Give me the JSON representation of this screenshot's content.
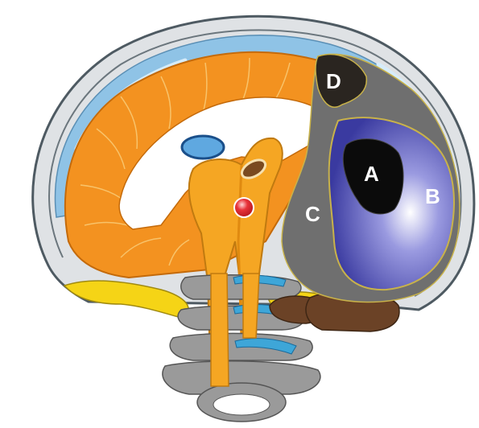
{
  "labels": {
    "a": "A",
    "b": "B",
    "c": "C",
    "d": "D"
  },
  "colors": {
    "skull": "#d9dde0",
    "skull_outline": "#505a60",
    "meninges": "#8fc3e6",
    "cortex": "#f39220",
    "ventricle": "#ffffff",
    "brainstem": "#f5a623",
    "spine": "#9a9a9a",
    "hematoma_gray": "#6f6f6f",
    "hematoma_dark": "#2a2520",
    "core_blue": "#4a4ab0",
    "core_black": "#0b0b0b",
    "yellow": "#f5d416",
    "brown": "#6b4226",
    "cyan": "#3ea6d8",
    "red": "#e8333a"
  }
}
